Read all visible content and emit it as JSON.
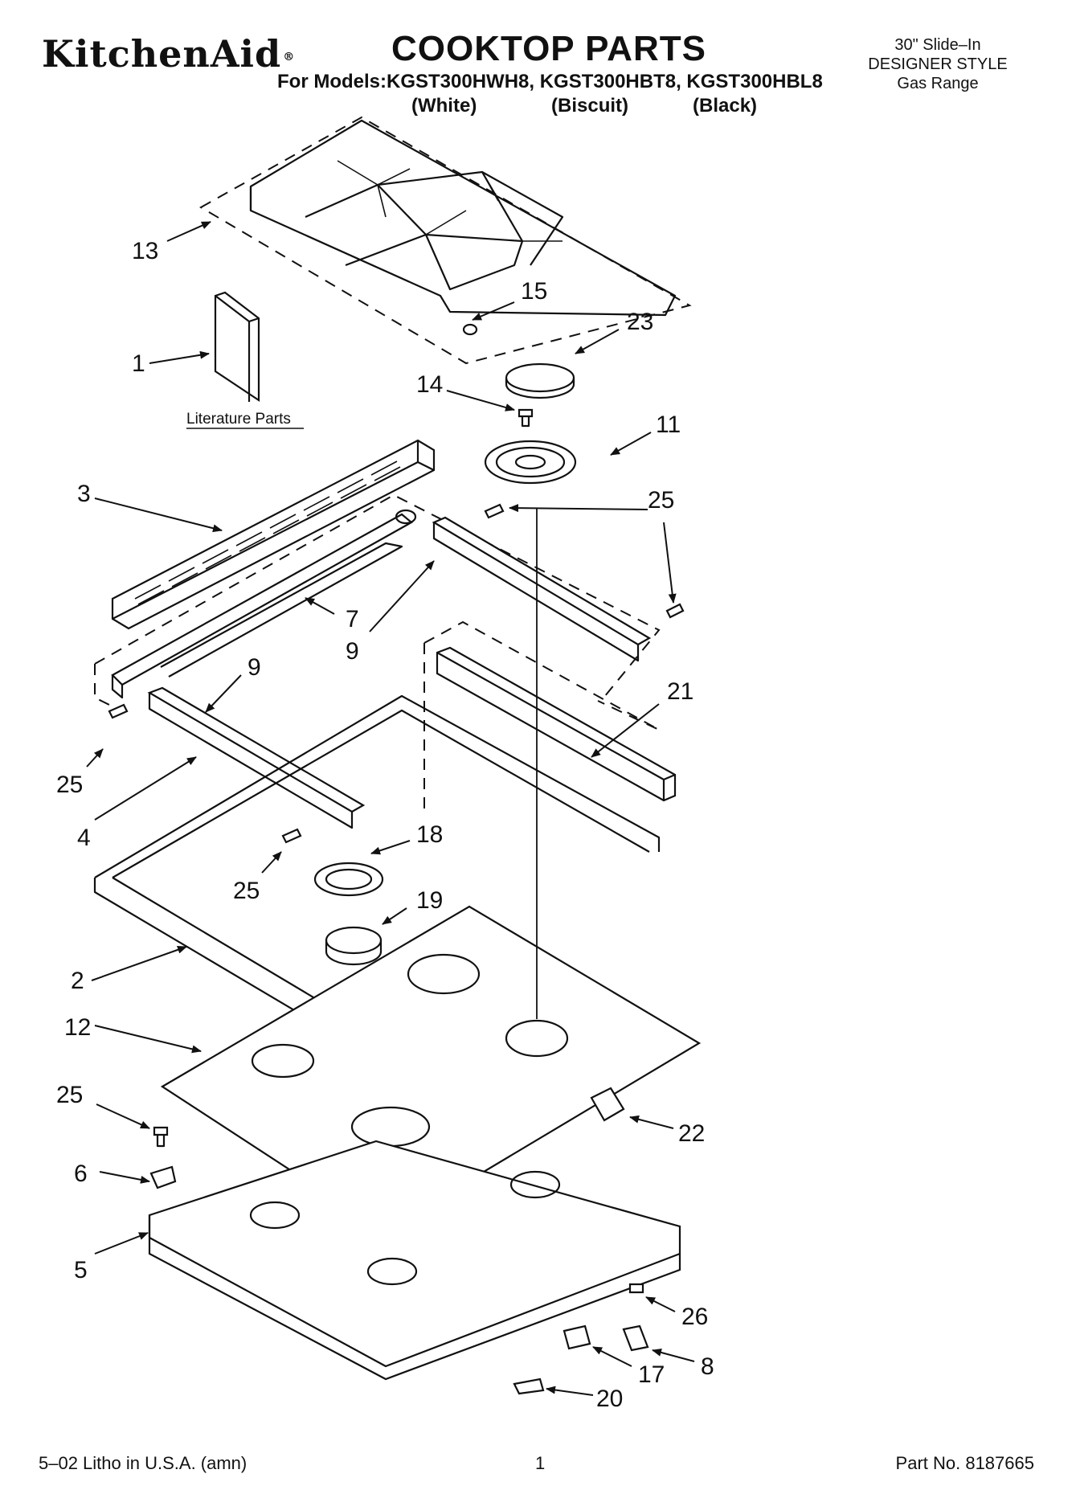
{
  "header": {
    "brand": "KitchenAid",
    "brand_mark": "®",
    "title": "COOKTOP PARTS",
    "models_line": "For Models:KGST300HWH8, KGST300HBT8, KGST300HBL8",
    "variants": [
      "(White)",
      "(Biscuit)",
      "(Black)"
    ],
    "product": [
      "30\" Slide–In",
      "DESIGNER STYLE",
      "Gas Range"
    ]
  },
  "literature_label": "Literature Parts",
  "callouts": {
    "c13": "13",
    "c15": "15",
    "c23": "23",
    "c1": "1",
    "c14": "14",
    "c11": "11",
    "c3": "3",
    "c25a": "25",
    "c25b": "25",
    "c7": "7",
    "c9a": "9",
    "c9b": "9",
    "c21": "21",
    "c25c": "25",
    "c4": "4",
    "c18": "18",
    "c25d": "25",
    "c19": "19",
    "c2": "2",
    "c12": "12",
    "c25e": "25",
    "c22": "22",
    "c6": "6",
    "c5": "5",
    "c26": "26",
    "c8": "8",
    "c17": "17",
    "c20": "20"
  },
  "footer": {
    "litho": "5–02 Litho in U.S.A. (amn)",
    "page": "1",
    "part_no": "Part No. 8187665"
  }
}
